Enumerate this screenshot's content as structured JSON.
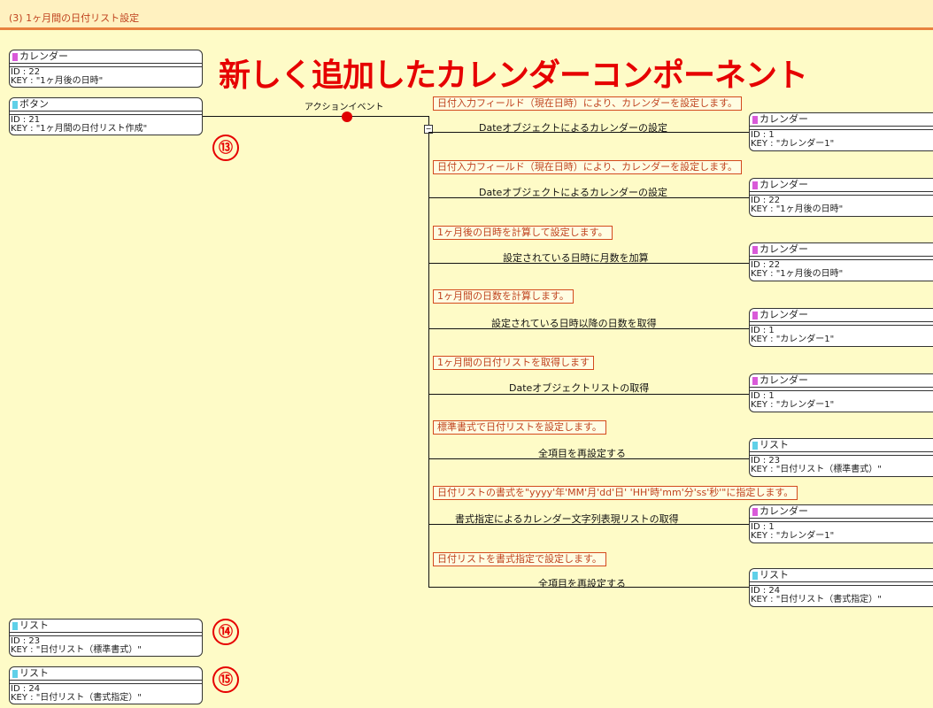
{
  "header": {
    "title": "(3) 1ヶ月間の日付リスト設定"
  },
  "headline": "新しく追加したカレンダーコンポーネント",
  "left_components": [
    {
      "type": "カレンダー",
      "id": "ID : 22",
      "key": "KEY : \"1ヶ月後の日時\""
    },
    {
      "type": "ボタン",
      "id": "ID : 21",
      "key": "KEY : \"1ヶ月間の日付リスト作成\""
    },
    {
      "type": "リスト",
      "id": "ID : 23",
      "key": "KEY : \"日付リスト（標準書式）\""
    },
    {
      "type": "リスト",
      "id": "ID : 24",
      "key": "KEY : \"日付リスト（書式指定）\""
    }
  ],
  "markers": [
    "⑬",
    "⑭",
    "⑮"
  ],
  "event": {
    "label": "アクションイベント"
  },
  "steps": [
    {
      "comment": "日付入力フィールド（現在日時）により、カレンダーを設定します。",
      "method": "Dateオブジェクトによるカレンダーの設定",
      "target": {
        "type": "カレンダー",
        "id": "ID : 1",
        "key": "KEY : \"カレンダー1\""
      }
    },
    {
      "comment": "日付入力フィールド（現在日時）により、カレンダーを設定します。",
      "method": "Dateオブジェクトによるカレンダーの設定",
      "target": {
        "type": "カレンダー",
        "id": "ID : 22",
        "key": "KEY : \"1ヶ月後の日時\""
      }
    },
    {
      "comment": "1ヶ月後の日時を計算して設定します。",
      "method": "設定されている日時に月数を加算",
      "target": {
        "type": "カレンダー",
        "id": "ID : 22",
        "key": "KEY : \"1ヶ月後の日時\""
      }
    },
    {
      "comment": "1ヶ月間の日数を計算します。",
      "method": "設定されている日時以降の日数を取得",
      "target": {
        "type": "カレンダー",
        "id": "ID : 1",
        "key": "KEY : \"カレンダー1\""
      }
    },
    {
      "comment": "1ヶ月間の日付リストを取得します",
      "method": "Dateオブジェクトリストの取得",
      "target": {
        "type": "カレンダー",
        "id": "ID : 1",
        "key": "KEY : \"カレンダー1\""
      }
    },
    {
      "comment": "標準書式で日付リストを設定します。",
      "method": "全項目を再設定する",
      "target": {
        "type": "リスト",
        "id": "ID : 23",
        "key": "KEY : \"日付リスト（標準書式）\""
      }
    },
    {
      "comment": "日付リストの書式を\"yyyy'年'MM'月'dd'日' 'HH'時'mm'分'ss'秒'\"に指定します。",
      "method": "書式指定によるカレンダー文字列表現リストの取得",
      "target": {
        "type": "カレンダー",
        "id": "ID : 1",
        "key": "KEY : \"カレンダー1\""
      }
    },
    {
      "comment": "日付リストを書式指定で設定します。",
      "method": "全項目を再設定する",
      "target": {
        "type": "リスト",
        "id": "ID : 24",
        "key": "KEY : \"日付リスト（書式指定）\""
      }
    }
  ]
}
